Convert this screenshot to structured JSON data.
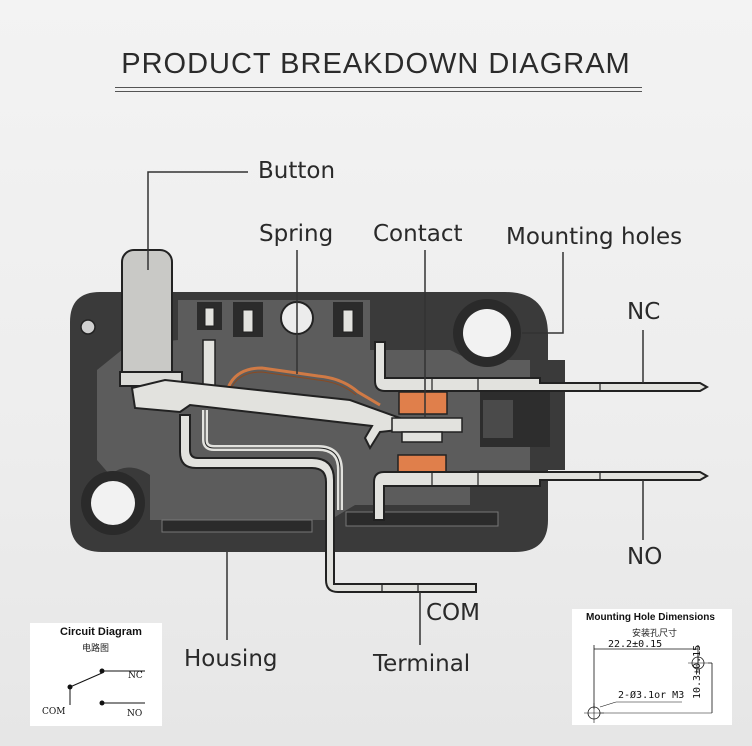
{
  "title": "PRODUCT BREAKDOWN DIAGRAM",
  "labels": {
    "button": "Button",
    "spring": "Spring",
    "contact": "Contact",
    "mounting_holes": "Mounting holes",
    "nc": "NC",
    "no": "NO",
    "com": "COM",
    "housing": "Housing",
    "terminal": "Terminal"
  },
  "circuit_diagram": {
    "title": "Circuit Diagram",
    "subtitle": "电路图",
    "nc": "NC",
    "com": "COM",
    "no": "NO"
  },
  "mounting_hole_dimensions": {
    "title": "Mounting Hole Dimensions",
    "subtitle": "安装孔尺寸",
    "horizontal": "22.2±0.15",
    "holes": "2-Ø3.1or M3",
    "vertical": "10.3±0.15"
  },
  "colors": {
    "housing": "#3a3a3a",
    "housing_inner": "#5e5e5e",
    "metal": "#e2e2de",
    "contact": "#e07f4b",
    "spring": "#d07a45"
  }
}
